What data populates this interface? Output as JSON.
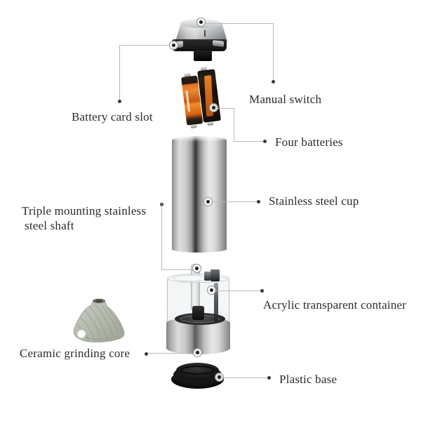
{
  "labels": {
    "manual_switch": "Manual switch",
    "battery_card_slot": "Battery card slot",
    "four_batteries": "Four batteries",
    "stainless_steel_cup": "Stainless steel cup",
    "triple_shaft_line1": "Triple mounting stainless",
    "triple_shaft_line2": "steel shaft",
    "acrylic_container": "Acrylic transparent container",
    "ceramic_core": "Ceramic grinding core",
    "plastic_base": "Plastic base"
  },
  "colors": {
    "background": "#ffffff",
    "label_text": "#2b2b2b",
    "callout_line": "#b9b9b9",
    "callout_dot": "#3a3a3a",
    "steel_light": "#e8e8e8",
    "steel_dark": "#7d7d7d",
    "battery_orange": "#e2701e",
    "plastic_black": "#161616",
    "ceramic_sage": "#b3b8ae"
  }
}
